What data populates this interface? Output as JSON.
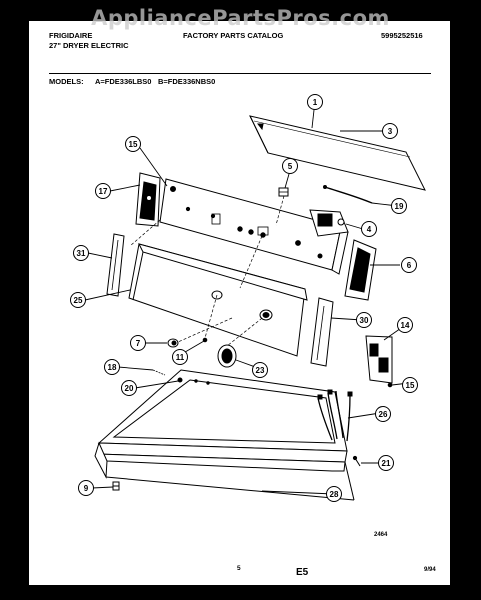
{
  "watermark": "AppliancePartsPros.com",
  "header": {
    "brand": "FRIGIDAIRE",
    "product": "27\" DRYER ELECTRIC",
    "catalog": "FACTORY PARTS CATALOG",
    "part_number": "5995252516"
  },
  "models": {
    "label": "MODELS:",
    "a": "A=FDE336LBS0",
    "b": "B=FDE336NBS0"
  },
  "callouts": [
    "1",
    "3",
    "15",
    "5",
    "17",
    "19",
    "4",
    "31",
    "6",
    "25",
    "30",
    "14",
    "7",
    "11",
    "23",
    "18",
    "15",
    "20",
    "26",
    "21",
    "9",
    "28"
  ],
  "footer": {
    "diagram_code": "2464",
    "page": "5",
    "section": "E5",
    "date": "9/94"
  }
}
